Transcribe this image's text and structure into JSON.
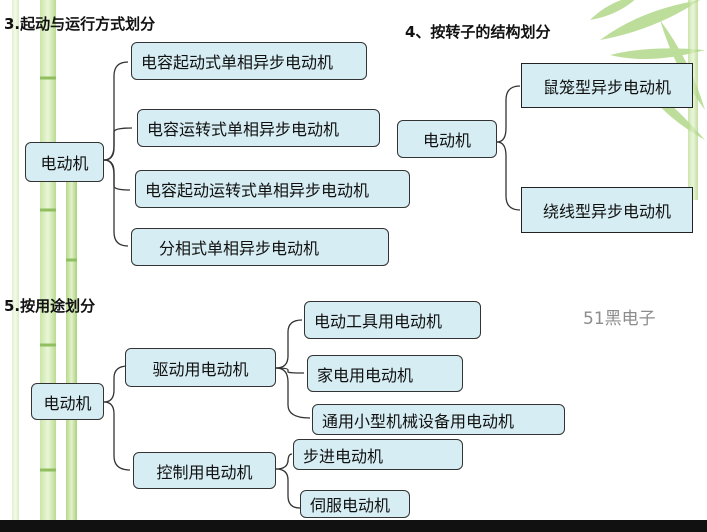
{
  "sections": {
    "s3": {
      "heading": "3.起动与运行方式划分",
      "root": "电动机",
      "items": [
        "电容起动式单相异步电动机",
        "电容运转式单相异步电动机",
        "电容起动运转式单相异步电动机",
        "分相式单相异步电动机"
      ]
    },
    "s4": {
      "heading": "4、按转子的结构划分",
      "root": "电动机",
      "items": [
        "鼠笼型异步电动机",
        "绕线型异步电动机"
      ]
    },
    "s5": {
      "heading": "5.按用途划分",
      "root": "电动机",
      "drive": {
        "label": "驱动用电动机",
        "items": [
          "电动工具用电动机",
          "家电用电动机",
          "通用小型机械设备用电动机"
        ]
      },
      "control": {
        "label": "控制用电动机",
        "items": [
          "步进电动机",
          "伺服电动机"
        ]
      }
    }
  },
  "watermark": "51黑电子",
  "colors": {
    "box_fill": "#d6edf3",
    "border": "#333333",
    "bamboo": "#9bc96a",
    "background": "#ffffff"
  }
}
